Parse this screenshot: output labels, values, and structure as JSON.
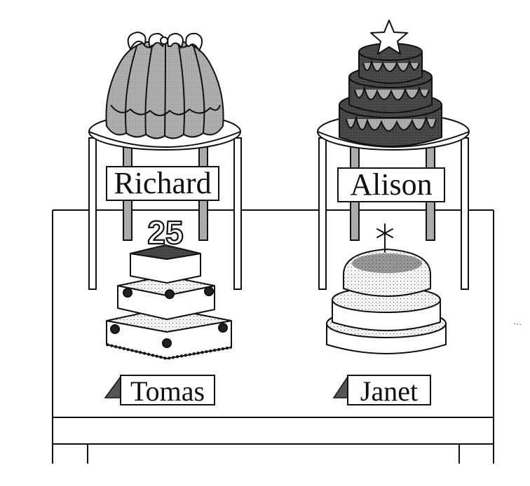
{
  "labels": {
    "top_left": "Richard",
    "top_right": "Alison",
    "bottom_left": "Tomas",
    "bottom_right": "Janet"
  },
  "candle_number": "25",
  "colors": {
    "ink": "#111111",
    "gray_fill": "#a9a9a9",
    "dark_fill": "#4a4a4a",
    "stipple": "#cfcfcf"
  },
  "icons": {
    "top_left_decoration": "bow-icon",
    "top_right_topper": "star-icon",
    "bottom_right_topper": "snowflake-icon"
  }
}
